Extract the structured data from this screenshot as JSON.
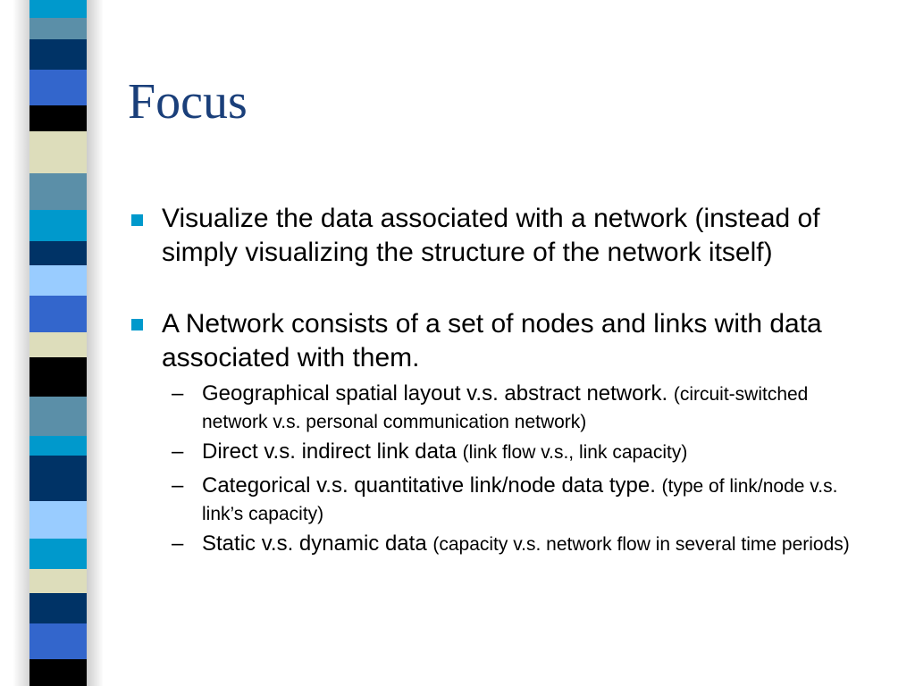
{
  "title": "Focus",
  "stripe_colors": [
    "#0099cc",
    "#5b8fa8",
    "#003366",
    "#3366cc",
    "#000000",
    "#ddddbb",
    "#5b8fa8",
    "#0099cc",
    "#003366",
    "#99ccff",
    "#3366cc",
    "#ddddbb",
    "#000000",
    "#5b8fa8",
    "#0099cc",
    "#003366",
    "#99ccff",
    "#0099cc",
    "#ddddbb",
    "#003366",
    "#3366cc",
    "#000000"
  ],
  "bullets": [
    {
      "text": "Visualize the data associated with a network (instead of simply visualizing the structure of the network itself)"
    },
    {
      "text": "A Network consists of a set of nodes and links with data associated with them."
    }
  ],
  "sub_bullets": [
    {
      "text": "Geographical spatial layout v.s. abstract network.",
      "note": "(circuit-switched network v.s. personal communication network)"
    },
    {
      "text": "Direct v.s. indirect link data",
      "note": "(link flow v.s., link capacity)"
    },
    {
      "text": "Categorical v.s. quantitative link/node data type.",
      "note": "(type of link/node v.s. link’s capacity)"
    },
    {
      "text": "Static v.s. dynamic data",
      "note": "(capacity v.s. network flow in several time periods)"
    }
  ]
}
